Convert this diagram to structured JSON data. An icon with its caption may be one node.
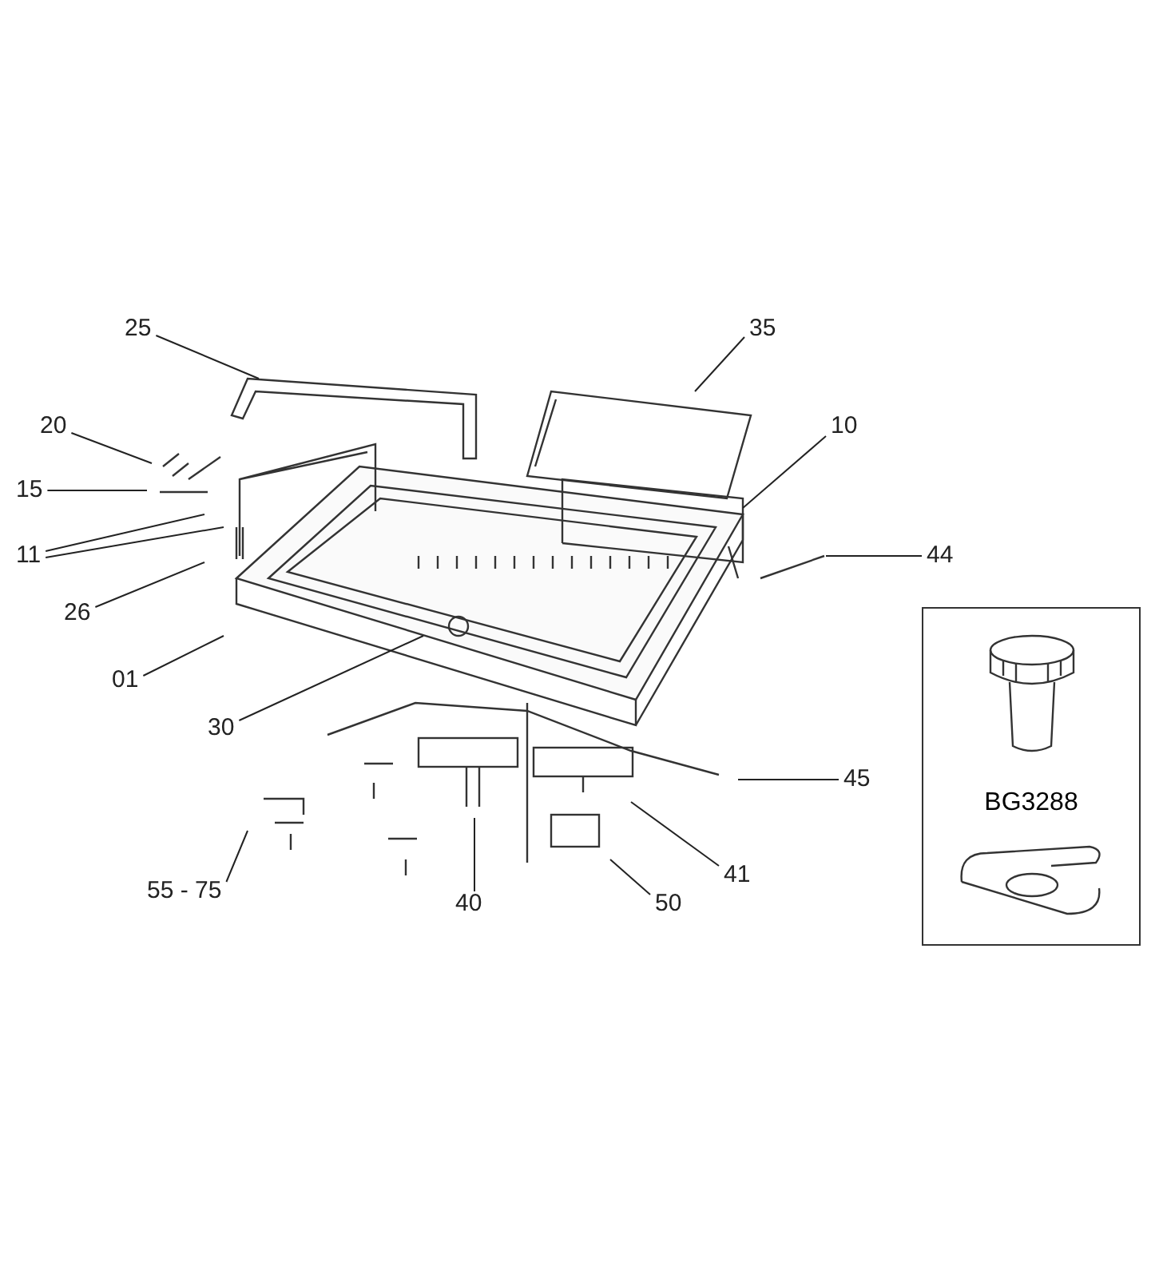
{
  "diagram": {
    "nodes": [
      {
        "text": [
          "25"
        ]
      },
      {
        "text": [
          "35"
        ]
      },
      {
        "text": [
          "20"
        ]
      },
      {
        "text": [
          "10"
        ]
      },
      {
        "text": [
          "15"
        ]
      },
      {
        "text": [
          "11"
        ]
      },
      {
        "text": [
          "44"
        ]
      },
      {
        "text": [
          "26"
        ]
      },
      {
        "text": [
          "01"
        ]
      },
      {
        "text": [
          "30"
        ]
      },
      {
        "text": [
          "45"
        ]
      },
      {
        "text": [
          "55 - 75"
        ]
      },
      {
        "text": [
          "40"
        ]
      },
      {
        "text": [
          "41"
        ]
      },
      {
        "text": [
          "50"
        ]
      },
      {
        "text": [
          "BG3288"
        ]
      }
    ],
    "edges": [
      {
        "from": 0,
        "to": null,
        "arrow": "none"
      },
      {
        "from": 1,
        "to": null,
        "arrow": "none"
      },
      {
        "from": 2,
        "to": null,
        "arrow": "none"
      },
      {
        "from": 3,
        "to": null,
        "arrow": "none"
      },
      {
        "from": 4,
        "to": null,
        "arrow": "none"
      },
      {
        "from": 5,
        "to": null,
        "arrow": "none"
      },
      {
        "from": 5,
        "to": null,
        "arrow": "none"
      },
      {
        "from": 6,
        "to": null,
        "arrow": "none"
      },
      {
        "from": 7,
        "to": null,
        "arrow": "none"
      },
      {
        "from": 8,
        "to": null,
        "arrow": "none"
      },
      {
        "from": 9,
        "to": null,
        "arrow": "none"
      },
      {
        "from": 10,
        "to": null,
        "arrow": "none"
      },
      {
        "from": 11,
        "to": null,
        "arrow": "none"
      },
      {
        "from": 12,
        "to": null,
        "arrow": "none"
      },
      {
        "from": 13,
        "to": null,
        "arrow": "none"
      },
      {
        "from": 14,
        "to": null,
        "arrow": "none"
      }
    ]
  }
}
